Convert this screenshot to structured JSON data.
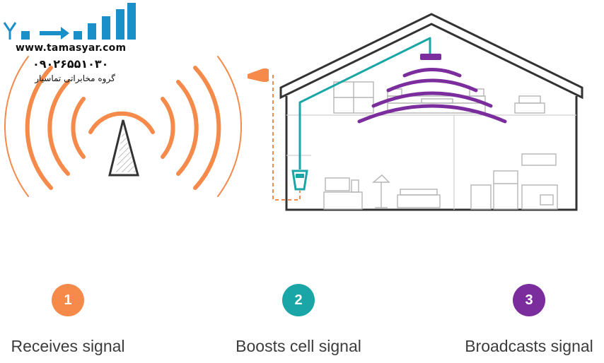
{
  "watermark": {
    "url": "www.tamasyar.com",
    "phone": "۰۹۰۲۶۵۵۱۰۳۰",
    "name": "گروه مخابراتی تماسیار"
  },
  "colors": {
    "orange": "#f58a4b",
    "teal": "#1aa6a6",
    "purple": "#7b2d9e",
    "house_line": "#333333",
    "furniture": "#b5b5b5",
    "label_text": "#3c3c3c"
  },
  "steps": [
    {
      "number": "1",
      "label": "Receives signal",
      "color": "#f58a4b",
      "icon": "circle-badge"
    },
    {
      "number": "2",
      "label": "Boosts cell signal",
      "color": "#1aa6a6",
      "icon": "circle-badge"
    },
    {
      "number": "3",
      "label": "Broadcasts signal",
      "color": "#7b2d9e",
      "icon": "circle-badge"
    }
  ]
}
